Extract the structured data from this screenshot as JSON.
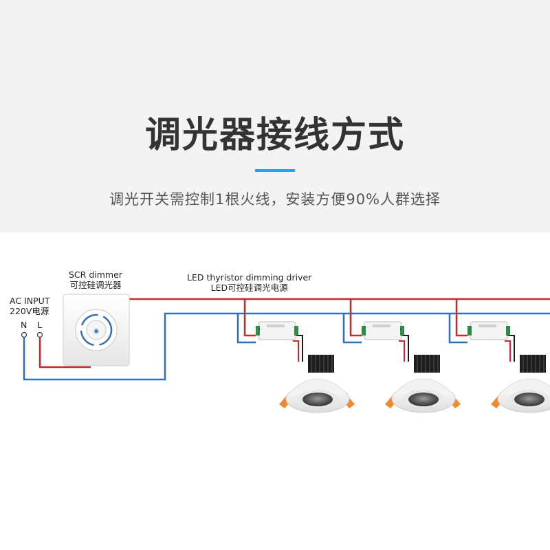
{
  "header": {
    "title": "调光器接线方式",
    "subtitle": "调光开关需控制1根火线，安装方便90%人群选择"
  },
  "diagram": {
    "ac_input": {
      "label": "AC INPUT",
      "voltage": "220V电源",
      "neutral": "N",
      "live": "L"
    },
    "dimmer": {
      "label_en": "SCR dimmer",
      "label_cn": "可控硅调光器"
    },
    "driver": {
      "label_en": "LED thyristor dimming driver",
      "label_cn": "LED可控硅调光电源"
    },
    "wire_colors": {
      "live": "#c8282a",
      "neutral": "#2f6fb4",
      "dc": "#1a1a1a"
    },
    "light_count": 3
  }
}
